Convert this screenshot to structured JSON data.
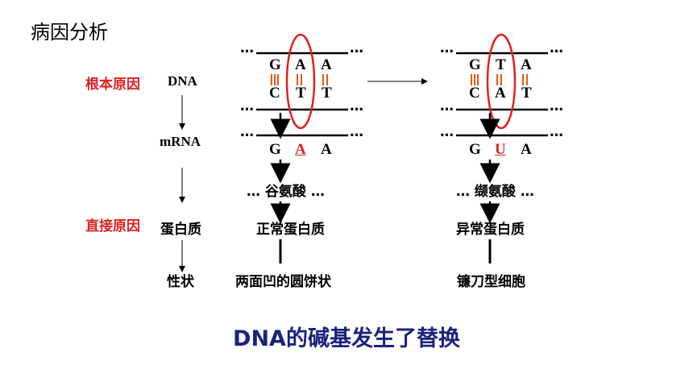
{
  "title": "病因分析",
  "left_column": {
    "root_cause": "根本原因",
    "direct_cause": "直接原因",
    "dna": "DNA",
    "mrna": "mRNA",
    "protein": "蛋白质",
    "trait": "性状"
  },
  "normal": {
    "dna_top": [
      "G",
      "A",
      "A"
    ],
    "dna_bottom": [
      "C",
      "T",
      "T"
    ],
    "mrna": [
      "G",
      "A",
      "A"
    ],
    "amino_acid": "… 谷氨酸 …",
    "protein": "正常蛋白质",
    "trait": "两面凹的圆饼状"
  },
  "mutant": {
    "dna_top": [
      "G",
      "T",
      "A"
    ],
    "dna_bottom": [
      "C",
      "A",
      "T"
    ],
    "mrna": [
      "G",
      "U",
      "A"
    ],
    "amino_acid": "… 缬氨酸 …",
    "protein": "异常蛋白质",
    "trait": "镰刀型细胞"
  },
  "ellipsis": "…",
  "caption": "DNA的碱基发生了替换",
  "colors": {
    "highlight": "#e02020",
    "caption": "#1a237e",
    "bond": "#e05a10"
  }
}
